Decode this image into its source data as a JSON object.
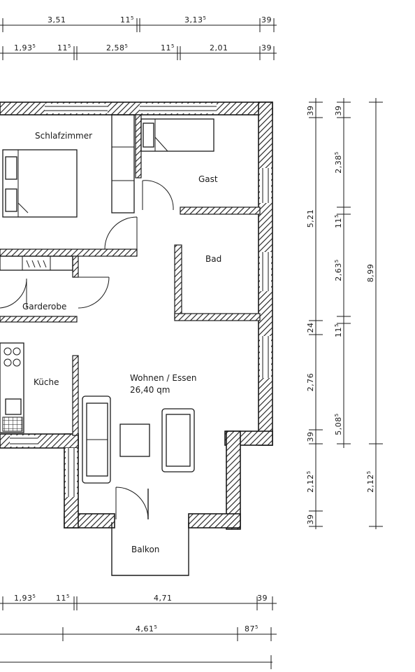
{
  "rooms": {
    "schlafzimmer": "Schlafzimmer",
    "gast": "Gast",
    "bad": "Bad",
    "garderobe": "Garderobe",
    "kueche": "Küche",
    "wohnen": "Wohnen / Essen",
    "wohnen_area": "26,40 qm",
    "balkon": "Balkon"
  },
  "dimensions": {
    "top_row1": [
      {
        "main": "3,51",
        "sup": ""
      },
      {
        "main": "11",
        "sup": "5"
      },
      {
        "main": "3,13",
        "sup": "5"
      },
      {
        "main": "39",
        "sup": ""
      }
    ],
    "top_row2": [
      {
        "main": "1,93",
        "sup": "5"
      },
      {
        "main": "11",
        "sup": "5"
      },
      {
        "main": "2,58",
        "sup": "5"
      },
      {
        "main": "11",
        "sup": "5"
      },
      {
        "main": "2,01",
        "sup": ""
      },
      {
        "main": "39",
        "sup": ""
      }
    ],
    "right_col1": [
      {
        "main": "39",
        "sup": ""
      },
      {
        "main": "5,21",
        "sup": ""
      },
      {
        "main": "24",
        "sup": ""
      },
      {
        "main": "2,76",
        "sup": ""
      },
      {
        "main": "39",
        "sup": ""
      },
      {
        "main": "2,12",
        "sup": "5"
      },
      {
        "main": "39",
        "sup": ""
      }
    ],
    "right_col2": [
      {
        "main": "39",
        "sup": ""
      },
      {
        "main": "2,38",
        "sup": "5"
      },
      {
        "main": "11",
        "sup": "5"
      },
      {
        "main": "2,63",
        "sup": "5"
      },
      {
        "main": "11",
        "sup": "5"
      },
      {
        "main": "5,08",
        "sup": "5"
      }
    ],
    "right_col3": [
      {
        "main": "8,99",
        "sup": ""
      },
      {
        "main": "2,12",
        "sup": "5"
      }
    ],
    "bottom_row1": [
      {
        "main": "1,93",
        "sup": "5"
      },
      {
        "main": "11",
        "sup": "5"
      },
      {
        "main": "4,71",
        "sup": ""
      },
      {
        "main": "39",
        "sup": ""
      }
    ],
    "bottom_row2": [
      {
        "main": "4,61",
        "sup": "5"
      },
      {
        "main": "87",
        "sup": "5"
      }
    ]
  }
}
